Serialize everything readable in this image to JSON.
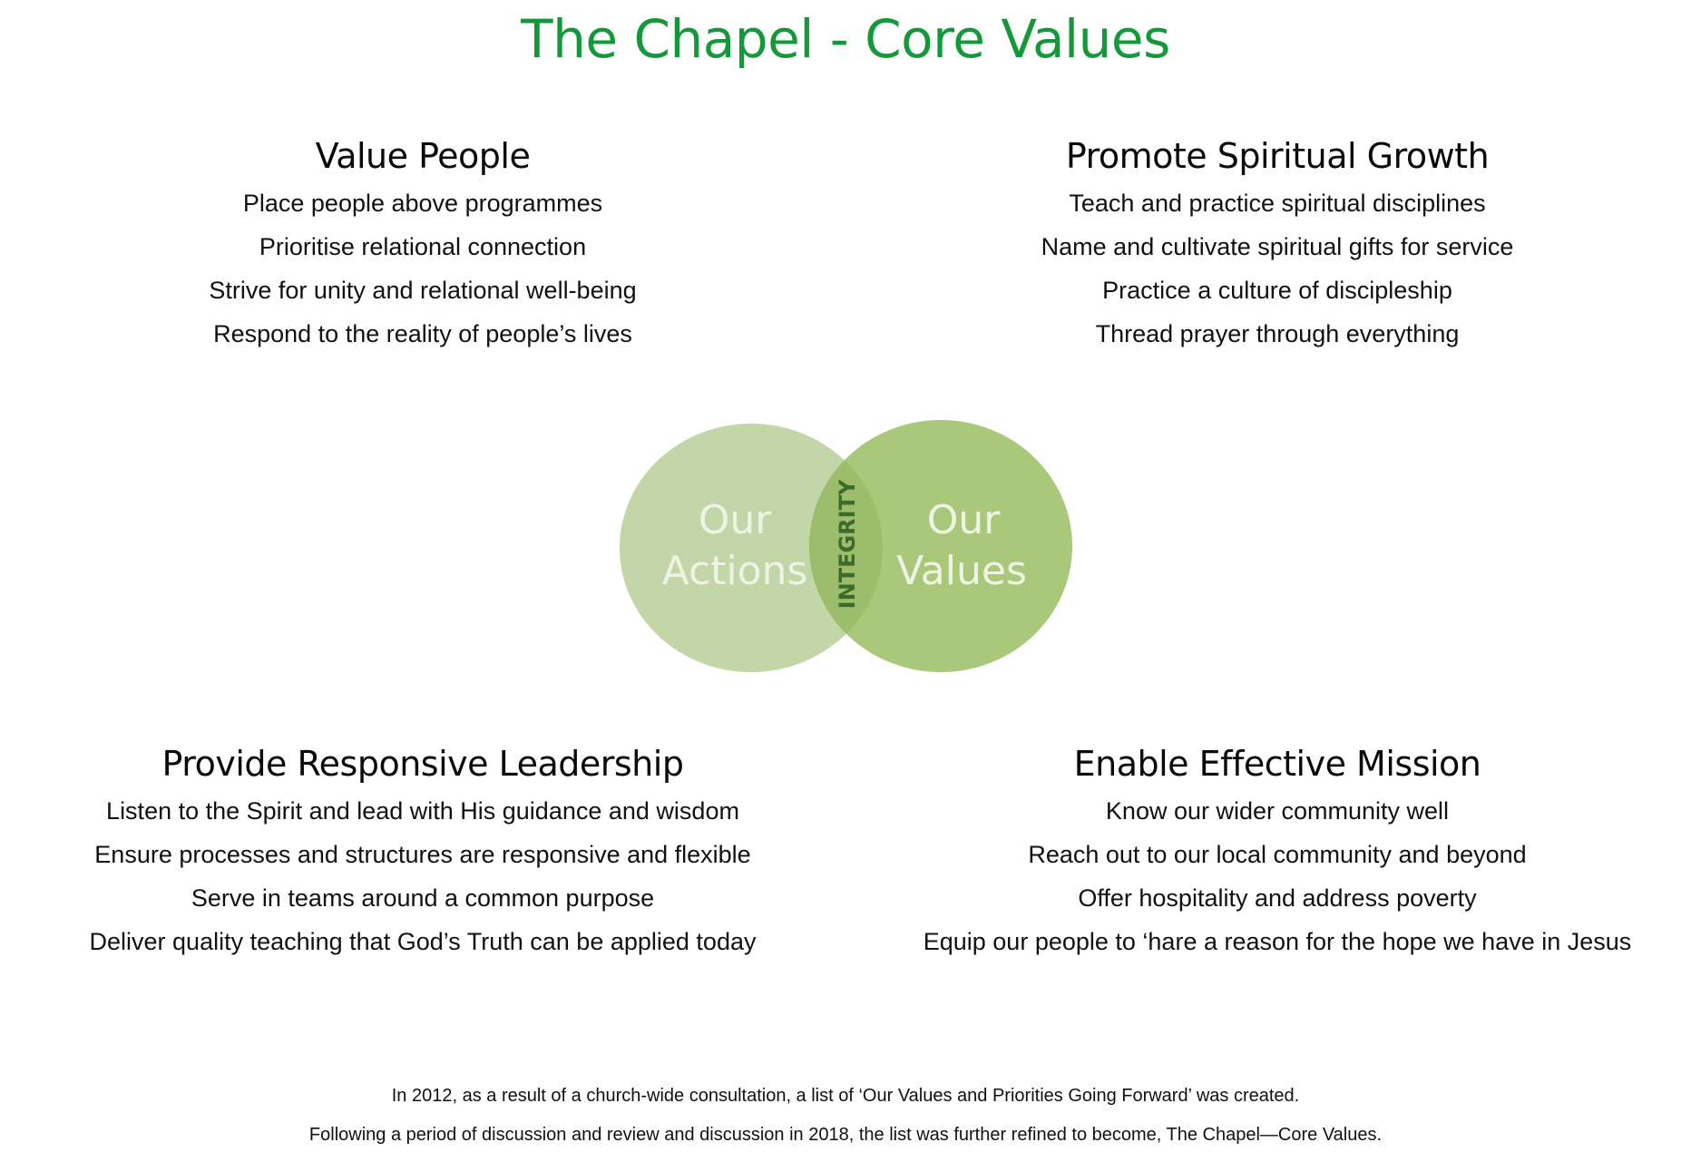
{
  "page": {
    "title": "The Chapel - Core Values",
    "title_color": "#13983a"
  },
  "sections": [
    {
      "heading": "Value People",
      "items": [
        "Place people above programmes",
        "Prioritise relational connection",
        "Strive for unity and relational well-being",
        "Respond to the reality of people’s lives"
      ]
    },
    {
      "heading": "Promote Spiritual Growth",
      "items": [
        "Teach and practice spiritual disciplines",
        "Name and cultivate spiritual gifts for service",
        "Practice a culture of discipleship",
        "Thread prayer through everything"
      ]
    },
    {
      "heading": "Provide Responsive Leadership",
      "items": [
        "Listen to the Spirit and lead with His guidance and wisdom",
        "Ensure processes and structures are responsive and flexible",
        "Serve in teams around a common purpose",
        "Deliver quality teaching that God’s Truth can be applied today"
      ]
    },
    {
      "heading": "Enable Effective Mission",
      "items": [
        "Know our wider community well",
        "Reach out to our local community and beyond",
        "Offer hospitality and address poverty",
        "Equip our people to ‘hare a reason for the hope we have in Jesus"
      ]
    }
  ],
  "venn": {
    "left": {
      "line1": "Our",
      "line2": "Actions",
      "color": "#c3d6a8"
    },
    "right": {
      "line1": "Our",
      "line2": "Values",
      "color": "#a9c87a"
    },
    "overlap": {
      "label": "INTEGRITY",
      "color": "#9cbe6c",
      "text_color": "#3d6b2a"
    },
    "label_color": "#eef3e4"
  },
  "footer": {
    "line1": "In 2012, as a result of a church-wide consultation, a list of ‘Our Values and Priorities Going Forward’ was created.",
    "line2": "Following a period of discussion and review and discussion in 2018, the list was further refined to become, The Chapel—Core Values."
  }
}
